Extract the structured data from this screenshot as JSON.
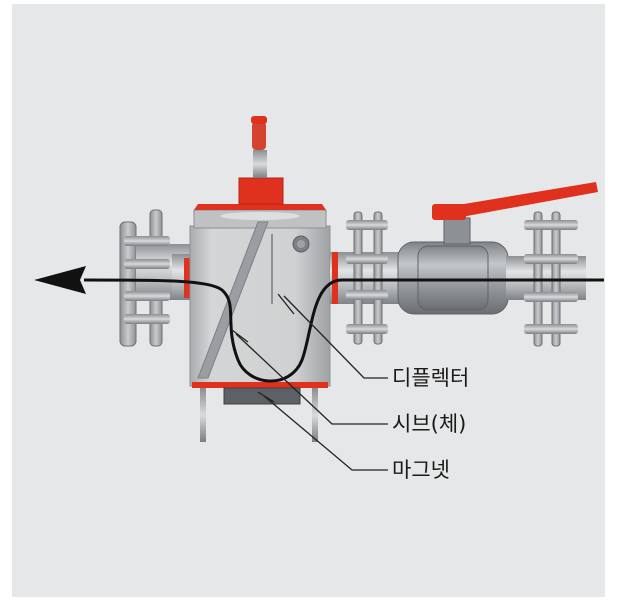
{
  "colors": {
    "background": "#e6e7e8",
    "accent_red": "#e0301e",
    "housing_grey": "#c9cacb",
    "bolt_grey": "#a4a7aa",
    "flow_line": "#111111"
  },
  "icons": [
    "flow-arrow-icon",
    "ball-valve-icon",
    "flange-bolt-icon"
  ],
  "labels": {
    "deflector": "디플렉터",
    "sieve": "시브(체)",
    "magnet": "마그넷"
  }
}
